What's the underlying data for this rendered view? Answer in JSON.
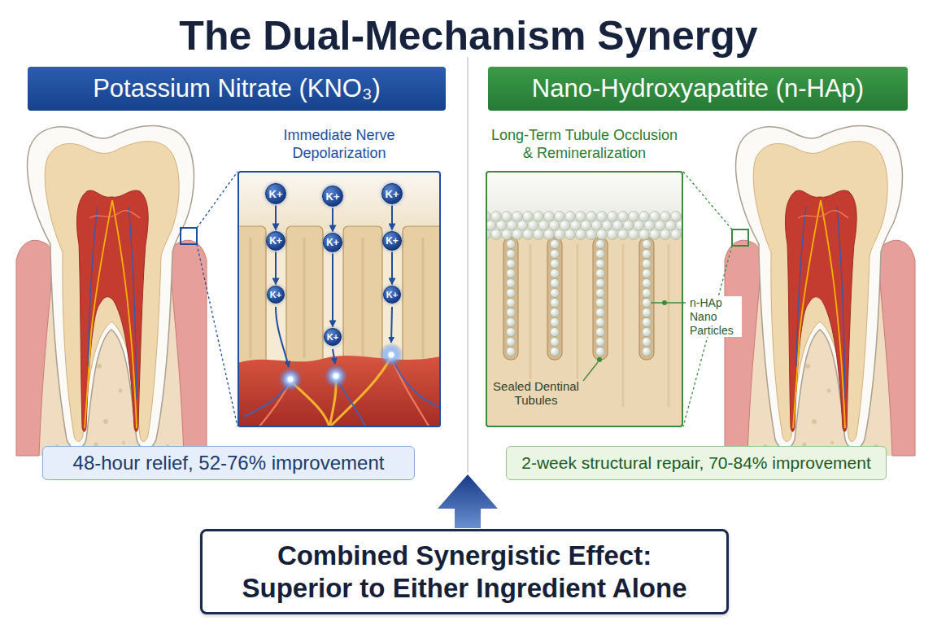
{
  "diagram": {
    "title": "The Dual-Mechanism Synergy",
    "nodes": [
      {
        "text": [
          "Potassium Nitrate (KNO₃)"
        ]
      },
      {
        "text": [
          "Nano-Hydroxyapatite (n-HAp)"
        ]
      },
      {
        "text": [
          "Immediate Nerve Depolarization"
        ]
      },
      {
        "text": [
          "K+"
        ],
        "in": 2
      },
      {
        "text": [
          "K+"
        ],
        "in": 2
      },
      {
        "text": [
          "K+"
        ],
        "in": 2
      },
      {
        "text": [
          "K+"
        ],
        "in": 2
      },
      {
        "text": [
          "K+"
        ],
        "in": 2
      },
      {
        "text": [
          "K+"
        ],
        "in": 2
      },
      {
        "text": [
          "K+"
        ],
        "in": 2
      },
      {
        "text": [
          "K+"
        ],
        "in": 2
      },
      {
        "text": [
          "K+"
        ],
        "in": 2
      },
      {
        "text": [
          "Long-Term Tubule Occlusion & Remineralization"
        ]
      },
      {
        "text": [
          "48-hour relief, 52-76% improvement"
        ]
      },
      {
        "text": [
          "2-week structural repair, 70-84% improvement"
        ]
      },
      {
        "text": [
          "Combined Synergistic Effect:",
          "Superior to Either Ingredient Alone"
        ]
      }
    ],
    "edges": [
      {
        "from": 3,
        "to": 6,
        "arrow": "to"
      },
      {
        "from": 6,
        "to": 9,
        "arrow": "to"
      },
      {
        "from": 4,
        "to": 7,
        "arrow": "to"
      },
      {
        "from": 7,
        "to": 10,
        "arrow": "to"
      },
      {
        "from": 5,
        "to": 8,
        "arrow": "to"
      },
      {
        "from": 8,
        "to": 11,
        "arrow": "to"
      }
    ],
    "labels": [
      "n-HAp Nano Particles",
      "Sealed Dentinal Tubules"
    ]
  }
}
